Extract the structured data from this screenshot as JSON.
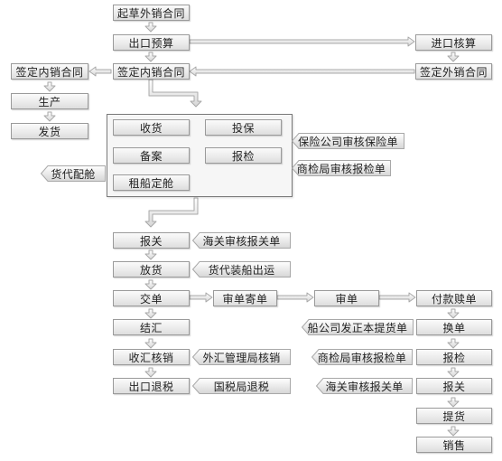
{
  "nodes": {
    "qicao": "起草外销合同",
    "chukou_yusuan": "出口预算",
    "jinkou_hesuan": "进口核算",
    "qianding_nei_center": "签定内销合同",
    "qianding_wai": "签定外销合同",
    "qianding_nei_left": "签定内销合同",
    "shengchan": "生产",
    "fahuo": "发货",
    "shouhuo": "收货",
    "toubao": "投保",
    "beian": "备案",
    "baojian_group": "报检",
    "zuchuan": "租船定舱",
    "baoguan": "报关",
    "fanghuo": "放货",
    "jiaodan": "交单",
    "shendan_jidan": "审单寄单",
    "shendan": "审单",
    "fukuan_shudan": "付款赎单",
    "jiehui": "结汇",
    "huandan": "换单",
    "shouhui_hexiao": "收汇核销",
    "baojian_right": "报检",
    "chukou_tuishui": "出口退税",
    "baoguan_right": "报关",
    "tihuo": "提货",
    "xiaoshou": "销售"
  },
  "tags": {
    "baoxian": "保险公司审核保险单",
    "shangjian_group": "商检局审核报检单",
    "huodai_peichuan": "货代配舱",
    "haiguan_left": "海关审核报关单",
    "huodai_zhuangchuan": "货代装船出运",
    "chuangongsi": "船公司发正本提货单",
    "waihui": "外汇管理局核销",
    "shangjian_right": "商检局审核报检单",
    "guoshui": "国税局退税",
    "haiguan_right": "海关审核报关单"
  }
}
